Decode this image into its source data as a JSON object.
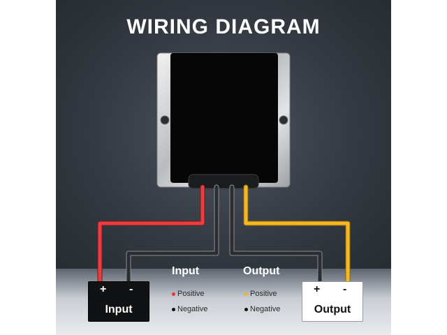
{
  "title": "WIRING DIAGRAM",
  "legend": {
    "input_heading": "Input",
    "output_heading": "Output",
    "input_positive": "Positive",
    "input_negative": "Negative",
    "output_positive": "Positive",
    "output_negative": "Negative"
  },
  "input_box": {
    "plus": "+",
    "minus": "-",
    "label": "Input"
  },
  "output_box": {
    "plus": "+",
    "minus": "-",
    "label": "Output"
  },
  "colors": {
    "input_positive_wire": "#e8353a",
    "output_positive_wire": "#f2b425",
    "negative_wire": "#2b2d30",
    "background": "#343a42"
  }
}
